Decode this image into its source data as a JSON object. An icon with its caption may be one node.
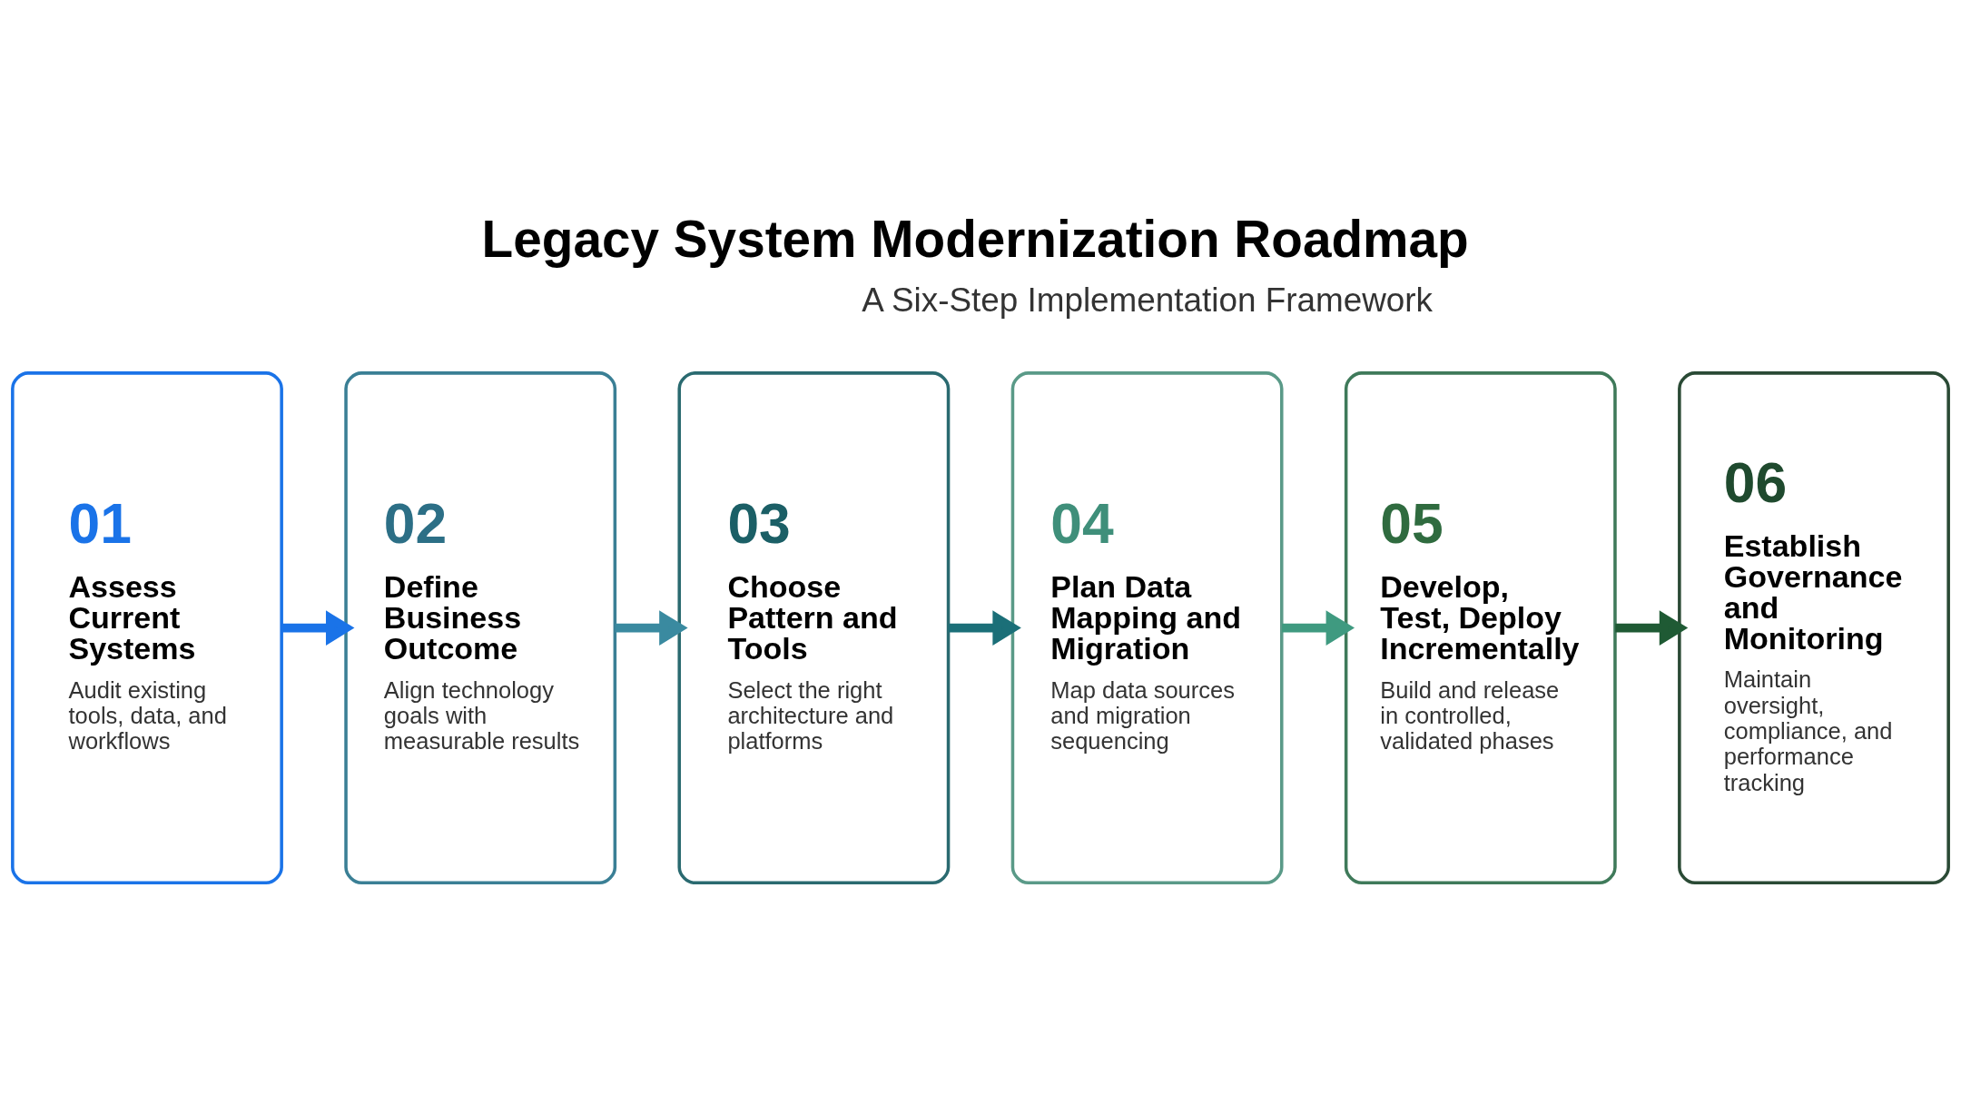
{
  "diagram": {
    "title": "Legacy System Modernization Roadmap",
    "nodes": [
      {
        "text": [
          "01",
          "Assess Current Systems",
          "Audit existing tools, data, and workflows"
        ]
      },
      {
        "text": [
          "02",
          "Define Business Outcome",
          "Align technology goals with measurable results"
        ]
      },
      {
        "text": [
          "03",
          "Choose Pattern and Tools",
          "Select the right architecture and platforms"
        ]
      },
      {
        "text": [
          "04",
          "Plan Data Mapping and Migration",
          "Map data sources and migration sequencing"
        ]
      },
      {
        "text": [
          "05",
          "Develop, Test, Deploy Incrementally",
          "Build and release in controlled, validated phases"
        ]
      },
      {
        "text": [
          "06",
          "Establish Governance and Monitoring",
          "Maintain oversight, compliance, and performance tracking"
        ]
      }
    ],
    "edges": [
      {
        "from": 0,
        "to": 1,
        "arrow": "to",
        "color": "#1a73e8"
      },
      {
        "from": 1,
        "to": 2,
        "arrow": "to",
        "color": "#3a8aa0"
      },
      {
        "from": 2,
        "to": 3,
        "arrow": "to",
        "color": "#1b6f78"
      },
      {
        "from": 3,
        "to": 4,
        "arrow": "to",
        "color": "#3f9a80"
      },
      {
        "from": 4,
        "to": 5,
        "arrow": "to",
        "color": "#1f5a34"
      }
    ],
    "labels": [
      "A Six-Step Implementation Framework"
    ]
  }
}
